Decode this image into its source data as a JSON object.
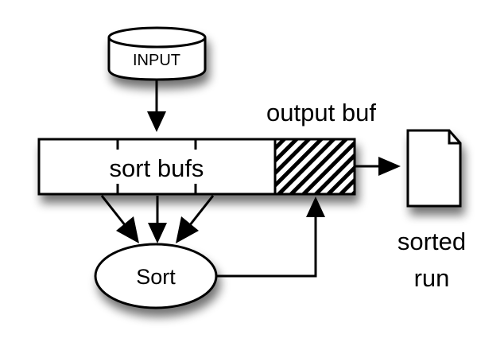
{
  "diagram": {
    "input_label": "INPUT",
    "sort_bufs_label": "sort bufs",
    "output_buf_label": "output buf",
    "sort_label": "Sort",
    "sorted_run_line1": "sorted",
    "sorted_run_line2": "run"
  },
  "colors": {
    "stroke": "#000000",
    "fill": "#ffffff",
    "shadow": "#9a9a9a"
  }
}
